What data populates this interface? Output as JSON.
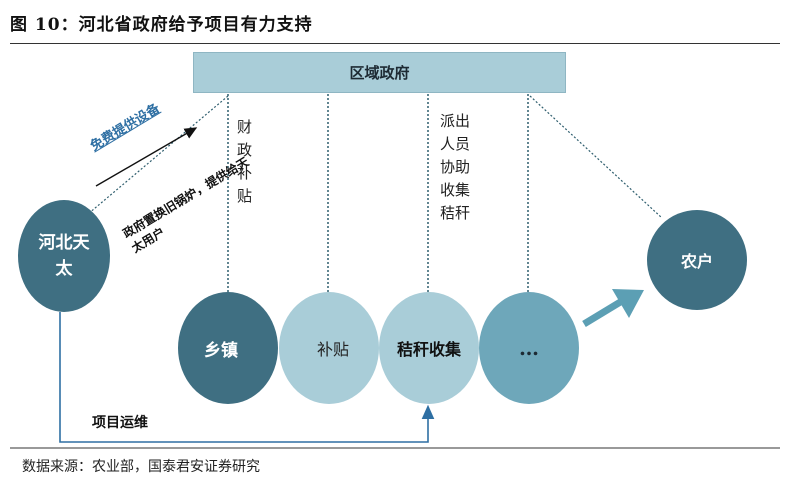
{
  "figure": {
    "title": "图 10：河北省政府给予项目有力支持",
    "source": "数据来源：农业部，国泰君安证券研究"
  },
  "nodes": {
    "region_gov": "区域政府",
    "hebei_tiantai": "河北天太",
    "farmer": "农户",
    "township": "乡镇",
    "subsidy": "补贴",
    "straw_collection": "秸秆收集",
    "more": "…"
  },
  "labels": {
    "free_equipment": "免费提供设备",
    "gov_replace_boiler": "政府置换旧锅炉，提供给天太用户",
    "fiscal_subsidy": "财政补贴",
    "dispatch_staff": "派出人员协助收集秸秆",
    "project_ops": "项目运维"
  },
  "colors": {
    "dark_teal": "#3f6f82",
    "mid_teal": "#6ea7ba",
    "light_teal": "#a9cdd8",
    "box_fill": "#a9cdd8",
    "line_blue": "#2e6fa3",
    "arrow_teal": "#5c9fb4"
  }
}
